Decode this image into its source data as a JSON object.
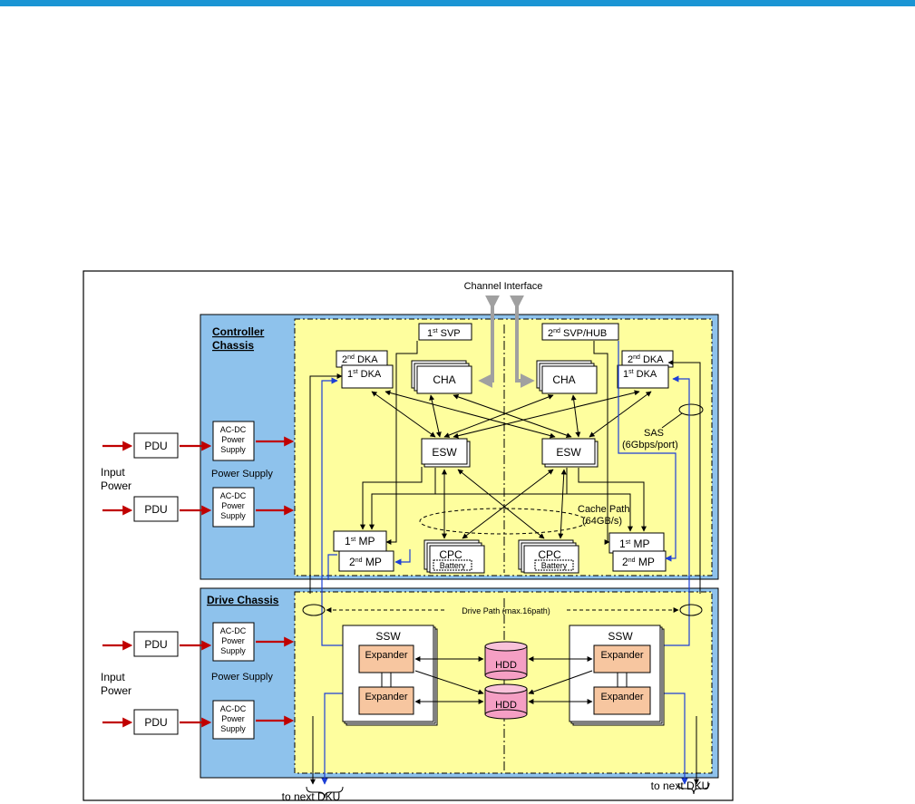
{
  "channel_interface": "Channel Interface",
  "controller": {
    "title_line1": "Controller",
    "title_line2": "Chassis",
    "svp1": {
      "ord": "1",
      "sup": "st",
      "text": " SVP"
    },
    "svp2": {
      "ord": "2",
      "sup": "nd",
      "text": " SVP/HUB"
    },
    "dka1": {
      "ord": "1",
      "sup": "st",
      "text": " DKA"
    },
    "dka2": {
      "ord": "2",
      "sup": "nd",
      "text": " DKA"
    },
    "cha": "CHA",
    "esw": "ESW",
    "mp1": {
      "ord": "1",
      "sup": "st",
      "text": " MP"
    },
    "mp2": {
      "ord": "2",
      "sup": "nd",
      "text": " MP"
    },
    "cpc": "CPC",
    "battery": "Battery",
    "sas_line1": "SAS",
    "sas_line2": "(6Gbps/port)",
    "cache_line1": "Cache Path",
    "cache_line2": "(64GB/s)"
  },
  "drive": {
    "title": "Drive Chassis",
    "drive_path": "Drive Path (max.16path)",
    "ssw": "SSW",
    "expander": "Expander",
    "hdd": "HDD",
    "to_next": "to next DKU"
  },
  "power": {
    "pdu": "PDU",
    "acdc_line1": "AC-DC",
    "acdc_line2": "Power",
    "acdc_line3": "Supply",
    "power_supply": "Power Supply",
    "input_line1": "Input",
    "input_line2": "Power"
  },
  "colors": {
    "accent_rule": "#1a95d4",
    "chassis_blue": "#8ec2ec",
    "panel_yellow": "#fefe9e",
    "expander": "#f7c6a0",
    "hdd": "#f59fc4",
    "power_line": "#c00000",
    "sas_line": "#1d3fd6",
    "channel_arrow": "#a0a0a0"
  }
}
